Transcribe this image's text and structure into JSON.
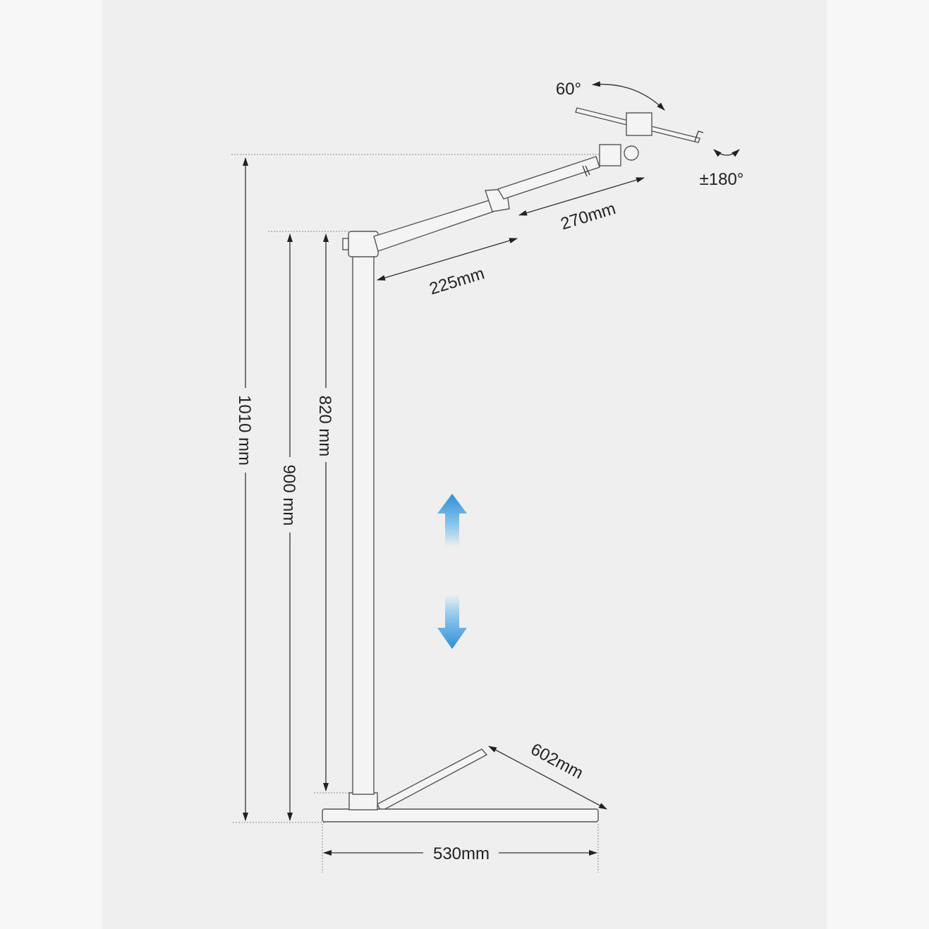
{
  "title": "Floor stand dimension diagram",
  "dimensions": {
    "tilt_angle": "60°",
    "rotation_angle": "±180°",
    "upper_arm": "270mm",
    "lower_arm": "225mm",
    "max_height": "1010 mm",
    "pole_top_height": "900 mm",
    "pole_length": "820 mm",
    "leg_length": "602mm",
    "base_width": "530mm"
  },
  "colors": {
    "background": "#efefef",
    "side_strip": "#f7f7f7",
    "arrow_blue": "#3a9ad9"
  }
}
